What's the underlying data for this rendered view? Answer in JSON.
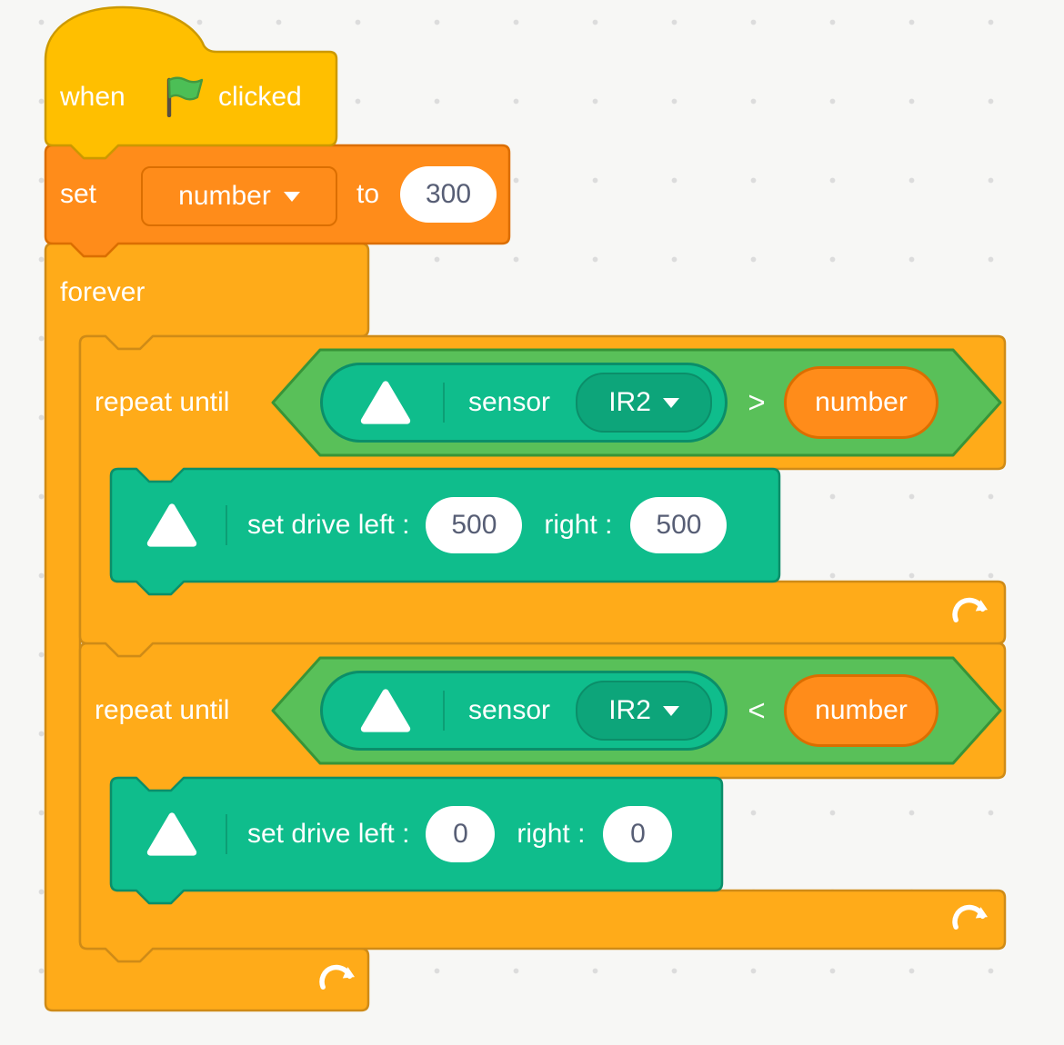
{
  "colors": {
    "events_block": "#FFBF00",
    "events_border": "#CC9900",
    "control_block": "#FFAB19",
    "control_border": "#CF8B17",
    "variables_block": "#FF8C1A",
    "variables_border": "#DB6E00",
    "operators_block": "#59C059",
    "operators_border": "#389438",
    "extension_block": "#0FBD8C",
    "extension_dropdown": "#0DA57A",
    "extension_border": "#0B8E69",
    "input_text": "#575E75",
    "canvas_background": "#F7F7F5"
  },
  "icons": {
    "flag": "green-flag-icon",
    "extension": "triangle-extension-icon",
    "loop": "loop-arrow-icon",
    "dropdown_caret": "caret-down-icon"
  },
  "blocks": {
    "hat": {
      "when": "when",
      "clicked": "clicked"
    },
    "set_variable": {
      "set": "set",
      "variable": "number",
      "to": "to",
      "value": "300"
    },
    "forever": {
      "label": "forever"
    },
    "repeat1": {
      "label": "repeat until",
      "sensor_label": "sensor",
      "sensor_value": "IR2",
      "operator": ">",
      "operand": "number"
    },
    "drive1": {
      "label": "set drive left :",
      "left_value": "500",
      "right_label": "right :",
      "right_value": "500"
    },
    "repeat2": {
      "label": "repeat until",
      "sensor_label": "sensor",
      "sensor_value": "IR2",
      "operator": "<",
      "operand": "number"
    },
    "drive2": {
      "label": "set drive left :",
      "left_value": "0",
      "right_label": "right :",
      "right_value": "0"
    }
  }
}
